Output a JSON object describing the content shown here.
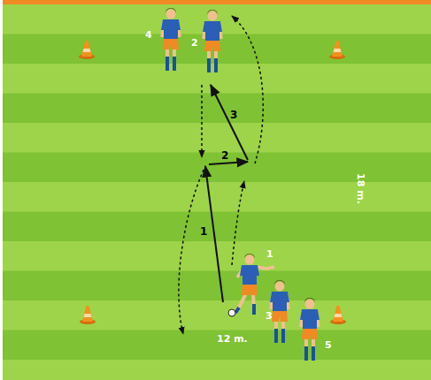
{
  "diagram": {
    "labels": [
      "4",
      "2",
      "1",
      "3",
      "5",
      "1",
      "2",
      "3",
      "18 m.",
      "12 m."
    ]
  }
}
